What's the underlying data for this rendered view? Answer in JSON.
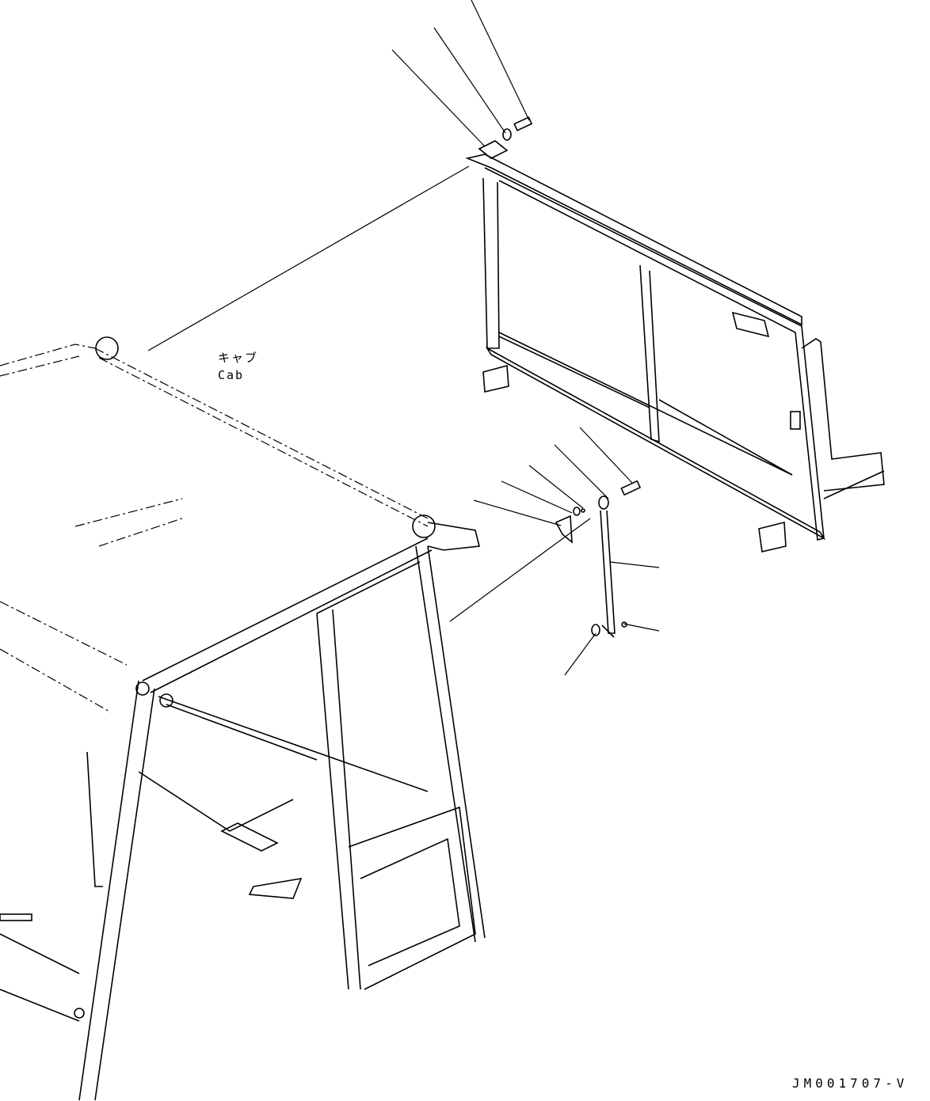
{
  "labels": {
    "cab_japanese": "キャブ",
    "cab_english": "Cab"
  },
  "drawing_code": "JM001707-V",
  "colors": {
    "line": "#000000",
    "background": "#ffffff"
  }
}
